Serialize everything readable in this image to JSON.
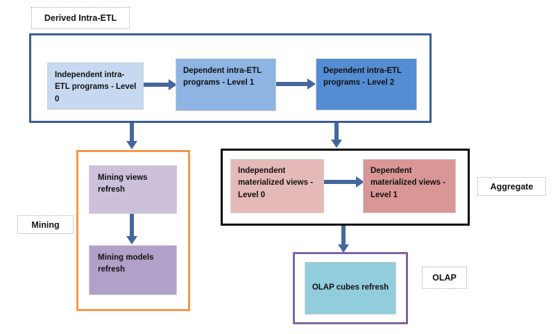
{
  "labels": {
    "derived_intra_etl": "Derived Intra-ETL",
    "mining": "Mining",
    "aggregate": "Aggregate",
    "olap": "OLAP"
  },
  "nodes": {
    "etl_level0": "Independent intra-ETL programs - Level 0",
    "etl_level1": "Dependent intra-ETL programs - Level 1",
    "etl_level2": "Dependent intra-ETL programs - Level 2",
    "mining_views": "Mining views refresh",
    "mining_models": "Mining models refresh",
    "mv_independent": "Independent materialized views - Level 0",
    "mv_dependent": "Dependent materialized views - Level 1",
    "olap_cubes": "OLAP cubes refresh"
  },
  "colors": {
    "text": "#111111",
    "arrow": "#44679c",
    "etl_container_border": "#365f91",
    "mining_container_border": "#f79646",
    "aggregate_container_border": "#000000",
    "olap_container_border": "#8064a2",
    "label_border": "#a3a3a3",
    "etl_level0_bg": "#c6d9f0",
    "etl_level1_bg": "#8db4e2",
    "etl_level2_bg": "#548dd4",
    "mining_views_bg": "#ccc0da",
    "mining_models_bg": "#b1a0c7",
    "mv_independent_bg": "#e5b9b7",
    "mv_dependent_bg": "#d99694",
    "olap_bg": "#92cddc"
  }
}
